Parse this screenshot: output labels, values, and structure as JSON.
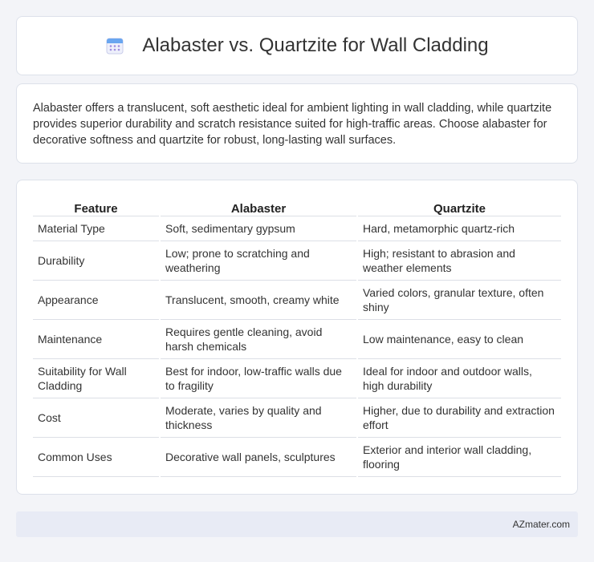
{
  "header": {
    "icon": "calendar-icon",
    "title": "Alabaster vs. Quartzite for Wall Cladding"
  },
  "summary": {
    "text": "Alabaster offers a translucent, soft aesthetic ideal for ambient lighting in wall cladding, while quartzite provides superior durability and scratch resistance suited for high-traffic areas. Choose alabaster for decorative softness and quartzite for robust, long-lasting wall surfaces."
  },
  "table": {
    "headers": [
      "Feature",
      "Alabaster",
      "Quartzite"
    ],
    "rows": [
      [
        "Material Type",
        "Soft, sedimentary gypsum",
        "Hard, metamorphic quartz-rich"
      ],
      [
        "Durability",
        "Low; prone to scratching and weathering",
        "High; resistant to abrasion and weather elements"
      ],
      [
        "Appearance",
        "Translucent, smooth, creamy white",
        "Varied colors, granular texture, often shiny"
      ],
      [
        "Maintenance",
        "Requires gentle cleaning, avoid harsh chemicals",
        "Low maintenance, easy to clean"
      ],
      [
        "Suitability for Wall Cladding",
        "Best for indoor, low-traffic walls due to fragility",
        "Ideal for indoor and outdoor walls, high durability"
      ],
      [
        "Cost",
        "Moderate, varies by quality and thickness",
        "Higher, due to durability and extraction effort"
      ],
      [
        "Common Uses",
        "Decorative wall panels, sculptures",
        "Exterior and interior wall cladding, flooring"
      ]
    ]
  },
  "footer": {
    "text": "AZmater.com"
  },
  "colors": {
    "background": "#f3f4f8",
    "card": "#ffffff",
    "footer_bar": "#e8ebf5",
    "icon_accent": "#8b7fd6"
  }
}
